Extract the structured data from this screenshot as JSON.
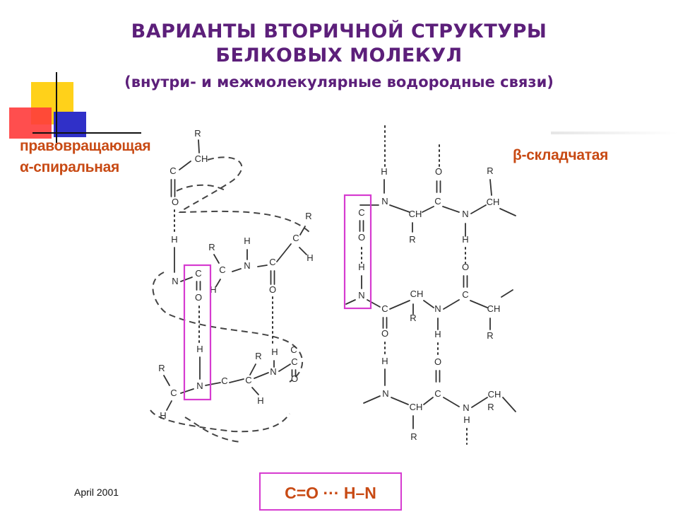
{
  "slide": {
    "title_line1": "ВАРИАНТЫ ВТОРИЧНОЙ СТРУКТУРЫ",
    "title_line2": "БЕЛКОВЫХ МОЛЕКУЛ",
    "subtitle": "(внутри- и межмолекулярные водородные связи)",
    "label_alpha_line1": "правовращающая",
    "label_alpha_line2": "α-спиральная",
    "label_beta": "β-складчатая",
    "legend": "C=O ··· H–N",
    "date": "April 2001"
  },
  "colors": {
    "title": "#5c1f7a",
    "label": "#c84a14",
    "highlight_box": "#d63bd0",
    "deco_yellow": "#ffd11a",
    "deco_red": "#ff3333",
    "deco_blue": "#3333cc"
  },
  "diagram": {
    "atoms": {
      "R": "R",
      "CH": "CH",
      "C": "C",
      "O": "O",
      "N": "N",
      "H": "H"
    }
  }
}
